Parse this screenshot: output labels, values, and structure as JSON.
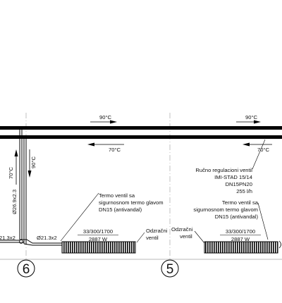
{
  "pipes": {
    "supply_temp_label": "90°C",
    "return_temp_label": "70°C",
    "riser_supply_label": "90°C",
    "riser_return_label": "70°C"
  },
  "riser": {
    "pipe_size_label": "Ø26.9x2.3",
    "left_branch_label": "21.3x2",
    "branch_label": "Ø21.3x2"
  },
  "radiators": [
    {
      "spec": "33/300/1700",
      "power": "2887 W",
      "air_vent": [
        "Odzračni",
        "ventil"
      ],
      "thermo_valve": [
        "Termo ventil sa",
        "sigurnosnom termo glavom",
        "DN15 (antivandal)"
      ]
    },
    {
      "spec": "33/300/1700",
      "power": "2887 W",
      "air_vent": [
        "Odzračni",
        "ventil"
      ],
      "thermo_valve": [
        "Termo ventil sa",
        "sigurnosnom termo glavom",
        "DN15 (antivandal)"
      ]
    }
  ],
  "balancing_valve": [
    "Ručno regulacioni ventil",
    "IMI-STAD 15/14",
    "DN15PN20",
    "255 l/h"
  ],
  "grid_axes": [
    "6",
    "5"
  ]
}
